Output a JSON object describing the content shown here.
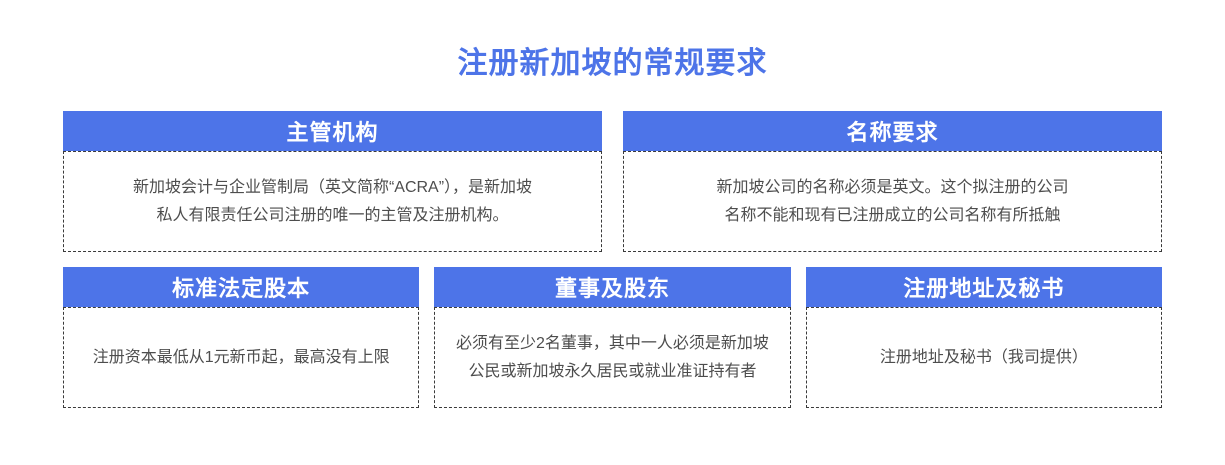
{
  "title": "注册新加坡的常规要求",
  "colors": {
    "accent_blue": "#4d74e8",
    "body_text": "#4d4d4d",
    "dashed_border": "#3a3a3a",
    "header_text": "#ffffff",
    "background": "#ffffff"
  },
  "rows": [
    {
      "cards": [
        {
          "header": "主管机构",
          "body": "新加坡会计与企业管制局（英文简称“ACRA”），是新加坡\n私人有限责任公司注册的唯一的主管及注册机构。"
        },
        {
          "header": "名称要求",
          "body": "新加坡公司的名称必须是英文。这个拟注册的公司\n名称不能和现有已注册成立的公司名称有所抵触"
        }
      ]
    },
    {
      "cards": [
        {
          "header": "标准法定股本",
          "body": "注册资本最低从1元新币起，最高没有上限"
        },
        {
          "header": "董事及股东",
          "body": "必须有至少2名董事，其中一人必须是新加坡\n公民或新加坡永久居民或就业准证持有者"
        },
        {
          "header": "注册地址及秘书",
          "body": "注册地址及秘书（我司提供）"
        }
      ]
    }
  ]
}
